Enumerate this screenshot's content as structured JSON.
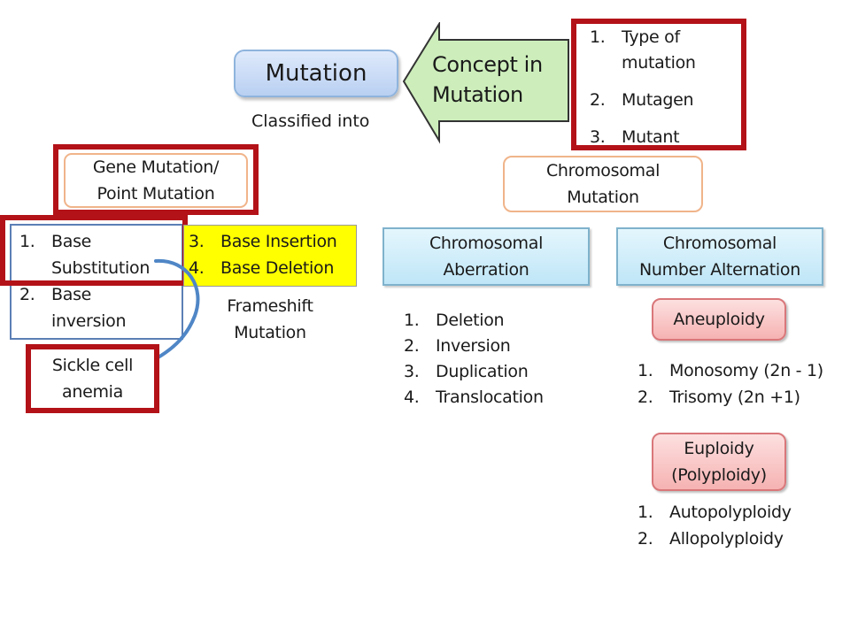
{
  "top": {
    "mutation": "Mutation",
    "classified": "Classified into",
    "concept": [
      "Concept in",
      "Mutation"
    ],
    "concept_items": [
      {
        "num": "1.",
        "lines": [
          "Type of",
          "mutation"
        ]
      },
      {
        "num": "2.",
        "lines": [
          "Mutagen"
        ]
      },
      {
        "num": "3.",
        "lines": [
          "Mutant"
        ]
      }
    ]
  },
  "gene": {
    "title": [
      "Gene Mutation/",
      "Point Mutation"
    ],
    "substitution_items": [
      {
        "num": "1.",
        "lines": [
          "Base",
          "Substitution"
        ]
      },
      {
        "num": "2.",
        "lines": [
          "Base",
          "inversion"
        ]
      }
    ],
    "frameshift_items": [
      {
        "num": "3.",
        "lines": [
          "Base Insertion"
        ]
      },
      {
        "num": "4.",
        "lines": [
          "Base Deletion"
        ]
      }
    ],
    "frameshift_label": [
      "Frameshift",
      "Mutation"
    ],
    "sickle": [
      "Sickle cell",
      "anemia"
    ]
  },
  "chromosomal": {
    "title": [
      "Chromosomal",
      "Mutation"
    ],
    "aberration": {
      "title": [
        "Chromosomal",
        "Aberration"
      ],
      "items": [
        {
          "num": "1.",
          "lines": [
            "Deletion"
          ]
        },
        {
          "num": "2.",
          "lines": [
            "Inversion"
          ]
        },
        {
          "num": "3.",
          "lines": [
            "Duplication"
          ]
        },
        {
          "num": "4.",
          "lines": [
            "Translocation"
          ]
        }
      ]
    },
    "number": {
      "title": [
        "Chromosomal",
        "Number Alternation"
      ],
      "aneuploidy": "Aneuploidy",
      "aneuploidy_items": [
        {
          "num": "1.",
          "lines": [
            "Monosomy (2n - 1)"
          ]
        },
        {
          "num": "2.",
          "lines": [
            "Trisomy (2n +1)"
          ]
        }
      ],
      "euploidy": [
        "Euploidy",
        "(Polyploidy)"
      ],
      "euploidy_items": [
        {
          "num": "1.",
          "lines": [
            "Autopolyploidy"
          ]
        },
        {
          "num": "2.",
          "lines": [
            "Allopolyploidy"
          ]
        }
      ]
    }
  },
  "colors": {
    "highlight_red": "#b31218",
    "concept_arrow": "#cdeebb",
    "frameshift_fill": "#ffff00",
    "curve_arrow": "#4f86c6"
  }
}
